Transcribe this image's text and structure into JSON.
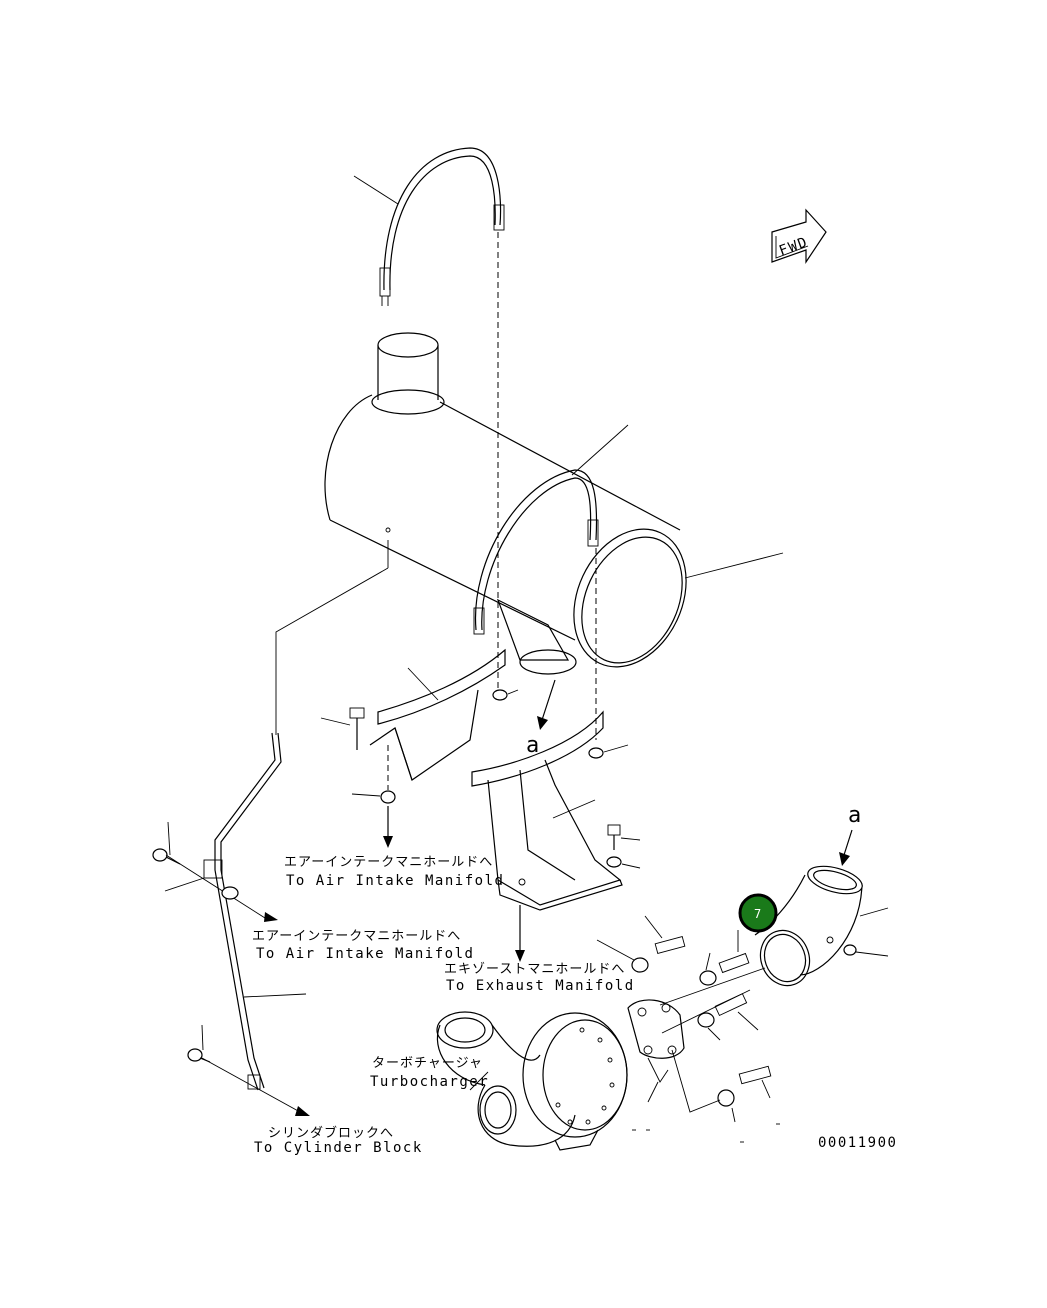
{
  "labels": {
    "fwd": "FWD",
    "ref_a_top": "a",
    "ref_a_elbow": "a",
    "air_intake_1_jp": "エアーインテークマニホールドへ",
    "air_intake_1_en": "To Air Intake Manifold",
    "air_intake_2_jp": "エアーインテークマニホールドへ",
    "air_intake_2_en": "To Air Intake Manifold",
    "exhaust_jp": "エキゾーストマニホールドへ",
    "exhaust_en": "To Exhaust Manifold",
    "turbo_jp": "ターボチャージャ",
    "turbo_en": "Turbocharger",
    "cylinder_jp": "シリンダブロックへ",
    "cylinder_en": "To Cylinder Block",
    "drawing_number": "00011900"
  },
  "callout": {
    "number": "7",
    "color": "#1a7a1a"
  }
}
